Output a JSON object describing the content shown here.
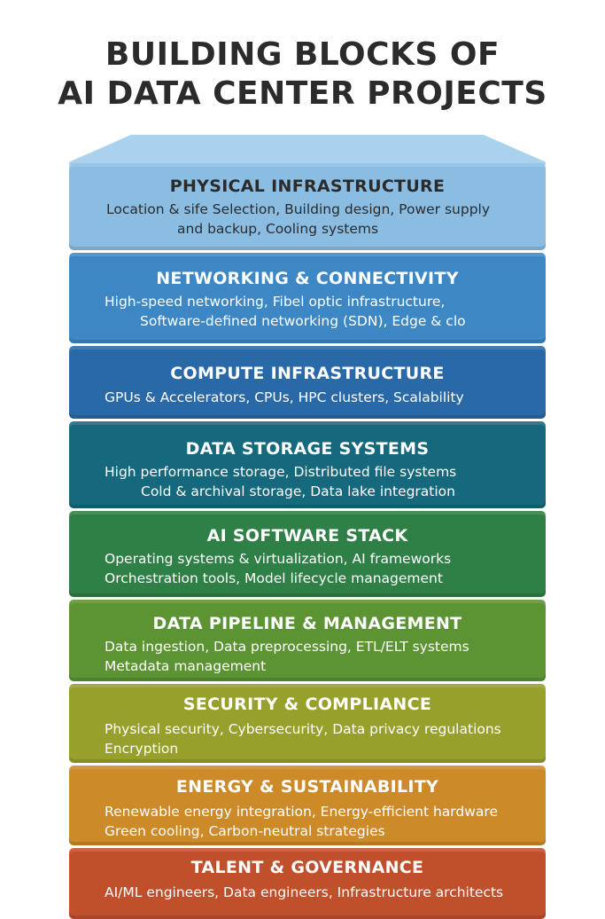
{
  "title": {
    "line1": "BUILDING BLOCKS OF",
    "line2": "AI DATA CENTER PROJECTS"
  },
  "layers": [
    {
      "name": "PHYSICAL INFRASTRUCTURE",
      "lines": [
        "Location & sife Selection, Building design, Power supply",
        "and backup, Cooling systems"
      ],
      "color": "#8bbde3"
    },
    {
      "name": "NETWORKING & CONNECTIVITY",
      "lines": [
        "High-speed networking, Fibel optic infrastructure,",
        "Software-defined networking (SDN), Edge & clo"
      ],
      "color": "#3d87c5"
    },
    {
      "name": "COMPUTE INFRASTRUCTURE",
      "lines": [
        "GPUs & Accelerators, CPUs, HPC clusters, Scalability"
      ],
      "color": "#2a69a8"
    },
    {
      "name": "DATA STORAGE SYSTEMS",
      "lines": [
        "High performance storage, Distributed file systems",
        "Cold & archival storage, Data lake integration"
      ],
      "color": "#16687c"
    },
    {
      "name": "AI SOFTWARE STACK",
      "lines": [
        "Operating systems & virtualization, AI frameworks",
        "Orchestration tools, Model lifecycle management"
      ],
      "color": "#2f8046"
    },
    {
      "name": "DATA PIPELINE & MANAGEMENT",
      "lines": [
        "Data ingestion, Data preprocessing, ETL/ELT systems",
        "Metadata management"
      ],
      "color": "#5c9434"
    },
    {
      "name": "SECURITY & COMPLIANCE",
      "lines": [
        "Physical security, Cybersecurity, Data privacy regulations",
        "Encryption"
      ],
      "color": "#98a02c"
    },
    {
      "name": "ENERGY & SUSTAINABILITY",
      "lines": [
        "Renewable energy integration, Energy-efficient hardware",
        "Green cooling, Carbon-neutral strategies"
      ],
      "color": "#cd8a29"
    },
    {
      "name": "TALENT & GOVERNANCE",
      "lines": [
        "AI/ML engineers, Data engineers, Infrastructure architects"
      ],
      "color": "#c04f2c"
    }
  ]
}
